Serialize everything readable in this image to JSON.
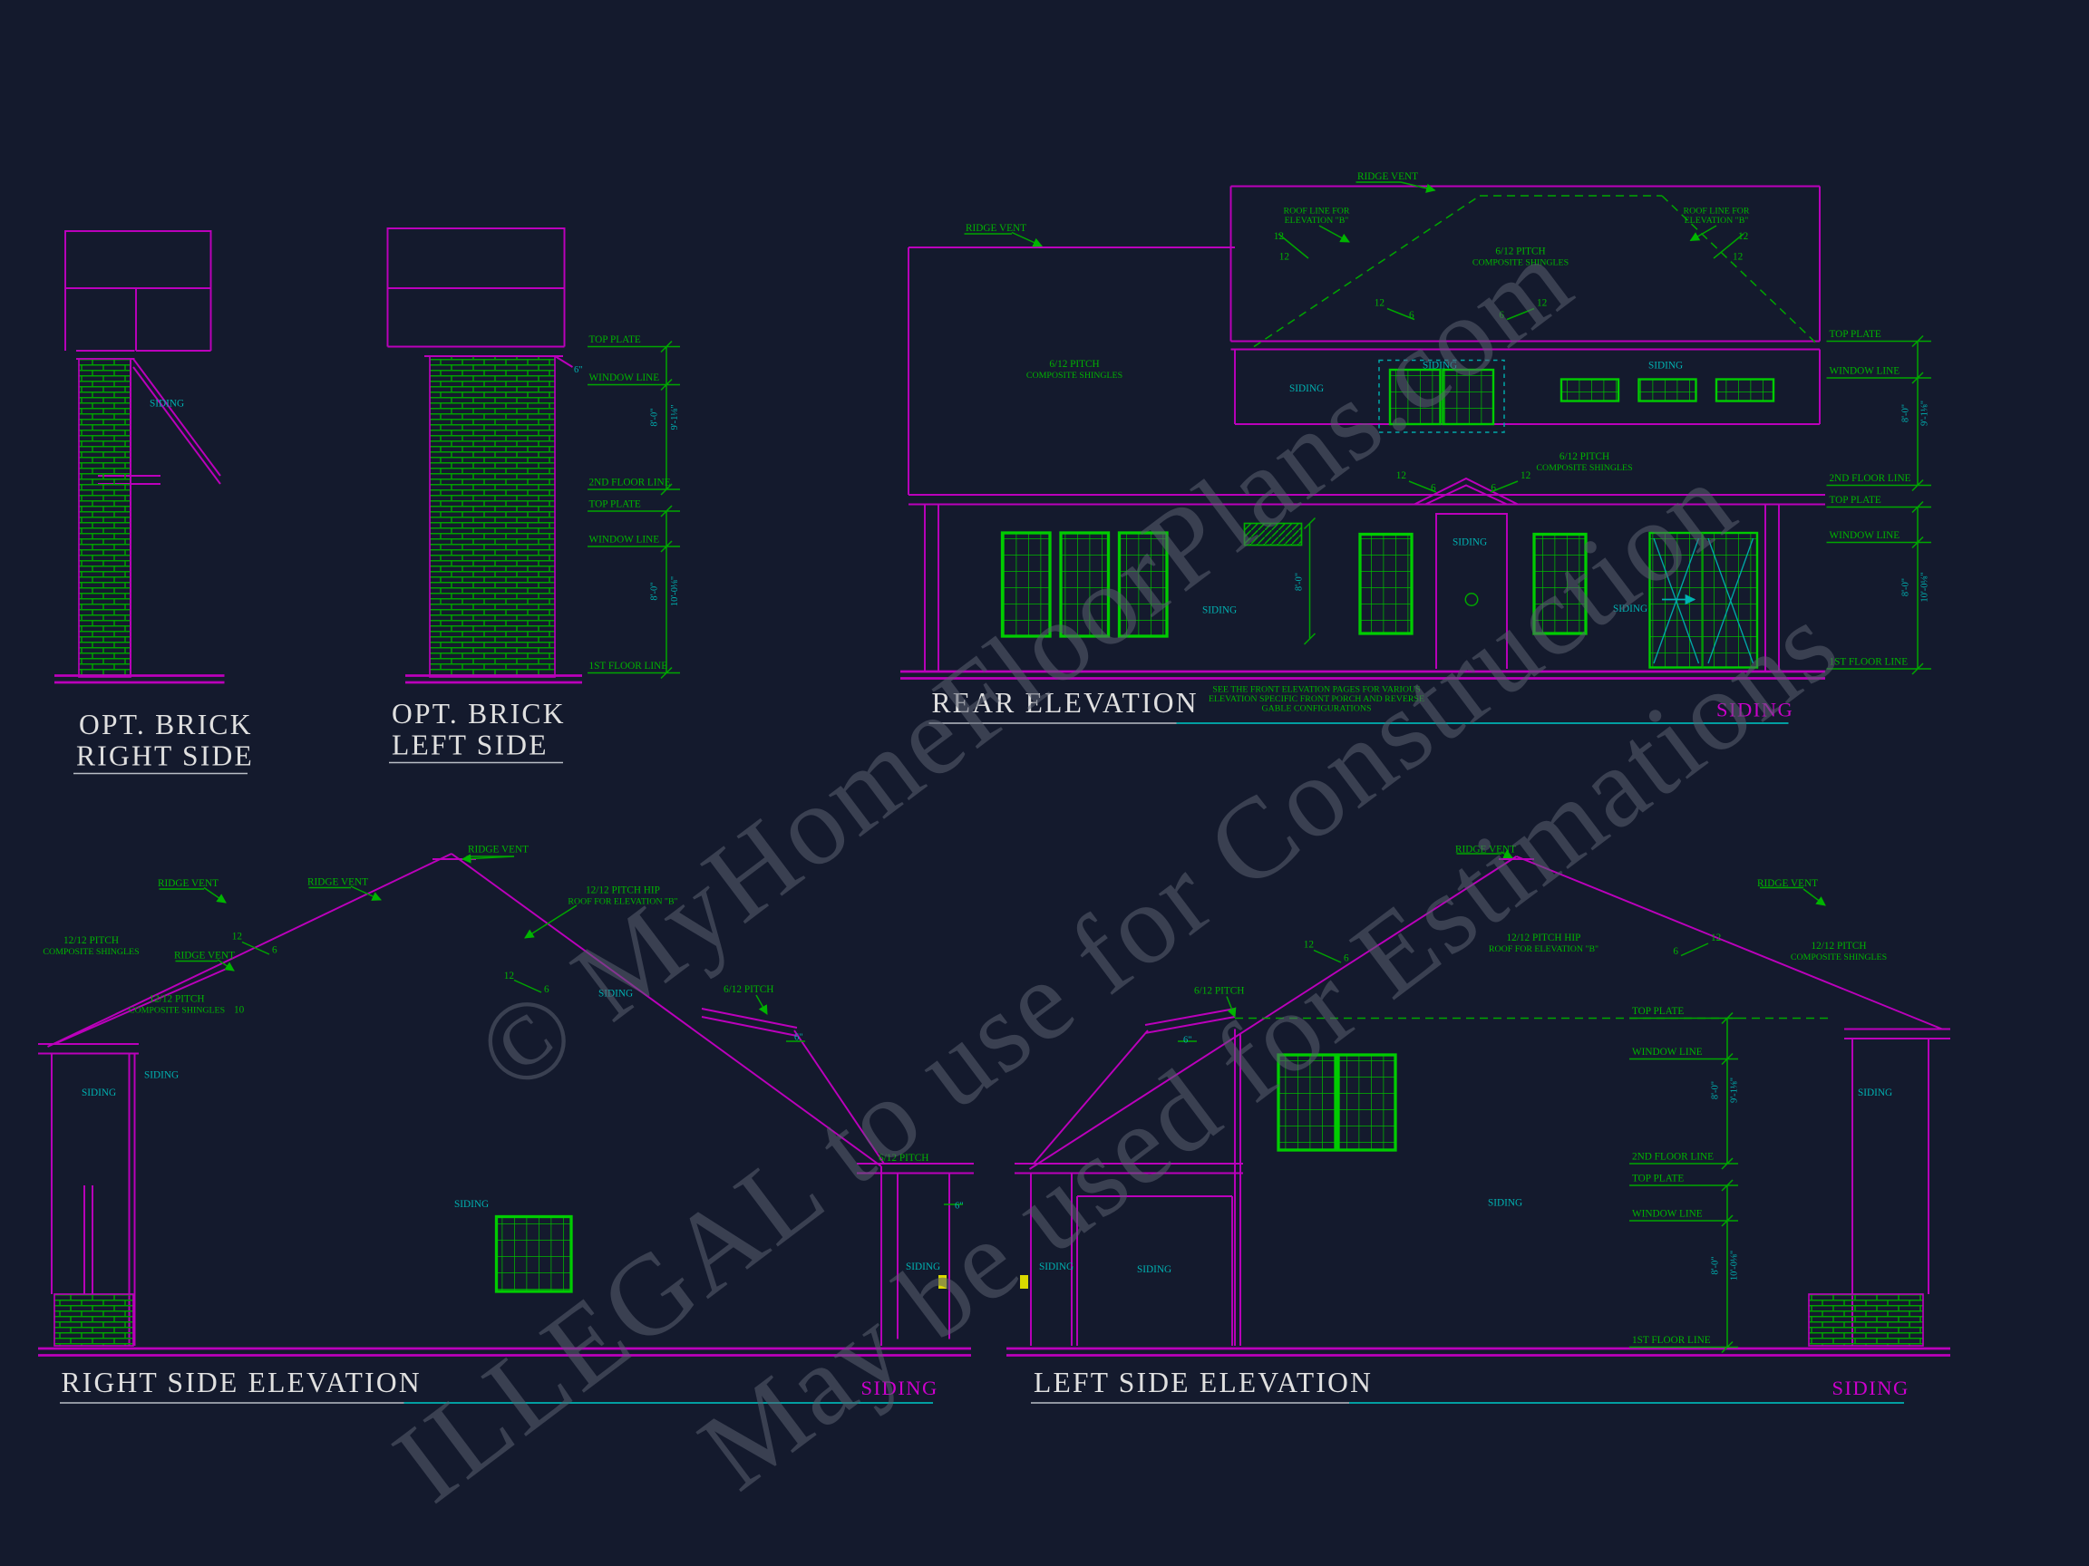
{
  "labels": {
    "siding": "SIDING",
    "ridge_vent": "RIDGE VENT",
    "top_plate": "TOP PLATE",
    "window_line": "WINDOW LINE",
    "second_floor_line": "2ND FLOOR LINE",
    "first_floor_line": "1ST FLOOR LINE",
    "pitch_6_12": "6/12 PITCH",
    "pitch_12_12": "12/12 PITCH",
    "pitch_12_12_hip": "12/12 PITCH HIP",
    "composite_shingles": "COMPOSITE SHINGLES",
    "roof_for_elevation_b": "ROOF FOR ELEVATION \"B\"",
    "roof_line_for": "ROOF LINE FOR",
    "elevation_b": "ELEVATION \"B\"",
    "n12": "12",
    "n6": "6",
    "n10": "10",
    "six_inches": "6\"",
    "dim_8_0": "8'-0\"",
    "dim_9_1": "9'-1⅛\"",
    "dim_10_0": "10'-0⅛\""
  },
  "titles": {
    "opt_brick": "OPT. BRICK",
    "right_side": "RIGHT SIDE",
    "left_side": "LEFT SIDE",
    "rear": "REAR ELEVATION",
    "right_elev": "RIGHT SIDE ELEVATION",
    "left_elev": "LEFT SIDE ELEVATION",
    "siding_tag": "SIDING"
  },
  "notes": {
    "rear_note_1": "SEE THE FRONT ELEVATION PAGES FOR VARIOUS",
    "rear_note_2": "ELEVATION SPECIFIC FRONT PORCH AND REVERSE",
    "rear_note_3": "GABLE CONFIGURATIONS"
  },
  "watermark": {
    "line1": "© MyHomeFloorPlans.com",
    "line2": "ILLEGAL to use for Construction",
    "line3": "May be used for Estimations"
  },
  "colors": {
    "background": "#141a2d",
    "magenta": "#bb00bb",
    "green": "#00b400",
    "cyan": "#00b2b2",
    "title_text": "#e0e0e0",
    "siding_tag": "#cc00cc",
    "yellow": "#d9d900",
    "watermark": "#5a6070"
  }
}
